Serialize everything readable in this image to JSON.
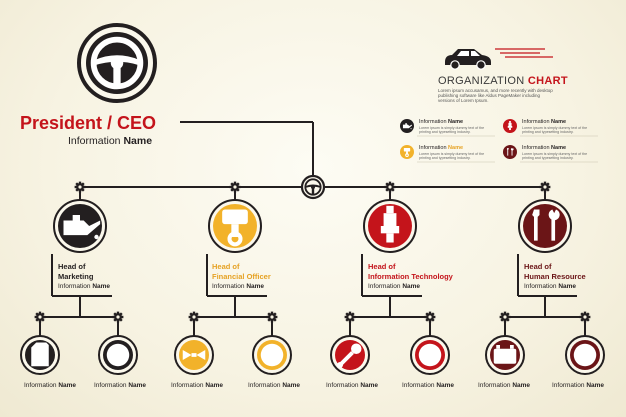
{
  "ceo": {
    "title": "President / CEO",
    "info_prefix": "Information",
    "info_name": "Name",
    "icon": "steering-wheel-icon"
  },
  "brand": {
    "prefix": "ORGANIZATION",
    "word": "CHART",
    "description": "Lorem ipsum accusamus, and more recently with desktop publishing software like Aldus PageMaker including versions of Lorem Ipsum.",
    "icon": "car-icon"
  },
  "legend": [
    {
      "prefix": "Information",
      "name": "Name",
      "color": "#231f20",
      "desc": "Lorem ipsum is simply dummy text of the printing and typesetting industry.",
      "icon": "oil-can-icon"
    },
    {
      "prefix": "Information",
      "name": "Name",
      "color": "#f2b22a",
      "desc": "Lorem ipsum is simply dummy text of the printing and typesetting industry.",
      "icon": "piston-icon"
    },
    {
      "prefix": "Information",
      "name": "Name",
      "color": "#c4141b",
      "desc": "Lorem ipsum is simply dummy text of the printing and typesetting industry.",
      "icon": "spark-plug-icon"
    },
    {
      "prefix": "Information",
      "name": "Name",
      "color": "#6b1517",
      "desc": "Lorem ipsum is simply dummy text of the printing and typesetting industry.",
      "icon": "tools-icon"
    }
  ],
  "departments": [
    {
      "line1": "Head of",
      "line2": "Marketing",
      "info_prefix": "Information",
      "info_name": "Name",
      "color": "#231f20",
      "text_color": "#231f20",
      "icon": "oil-can-icon",
      "children": [
        {
          "info_prefix": "Information",
          "info_name": "Name",
          "icon": "fuel-can-icon"
        },
        {
          "info_prefix": "Information",
          "info_name": "Name",
          "icon": "wheel-icon"
        }
      ]
    },
    {
      "line1": "Head of",
      "line2": "Financial Officer",
      "info_prefix": "Information",
      "info_name": "Name",
      "color": "#f2b22a",
      "text_color": "#e6a224",
      "icon": "piston-icon",
      "children": [
        {
          "info_prefix": "Information",
          "info_name": "Name",
          "icon": "battery-clamp-icon"
        },
        {
          "info_prefix": "Information",
          "info_name": "Name",
          "icon": "wheel-icon"
        }
      ]
    },
    {
      "line1": "Head of",
      "line2": "Information Technology",
      "info_prefix": "Information",
      "info_name": "Name",
      "color": "#c4141b",
      "text_color": "#c4141b",
      "icon": "spark-plug-icon",
      "children": [
        {
          "info_prefix": "Information",
          "info_name": "Name",
          "icon": "wrench-icon"
        },
        {
          "info_prefix": "Information",
          "info_name": "Name",
          "icon": "wheel-icon"
        }
      ]
    },
    {
      "line1": "Head of",
      "line2": "Human Resource",
      "info_prefix": "Information",
      "info_name": "Name",
      "color": "#6b1517",
      "text_color": "#6b1517",
      "icon": "tools-icon",
      "children": [
        {
          "info_prefix": "Information",
          "info_name": "Name",
          "icon": "battery-icon"
        },
        {
          "info_prefix": "Information",
          "info_name": "Name",
          "icon": "wheel-icon"
        }
      ]
    }
  ]
}
